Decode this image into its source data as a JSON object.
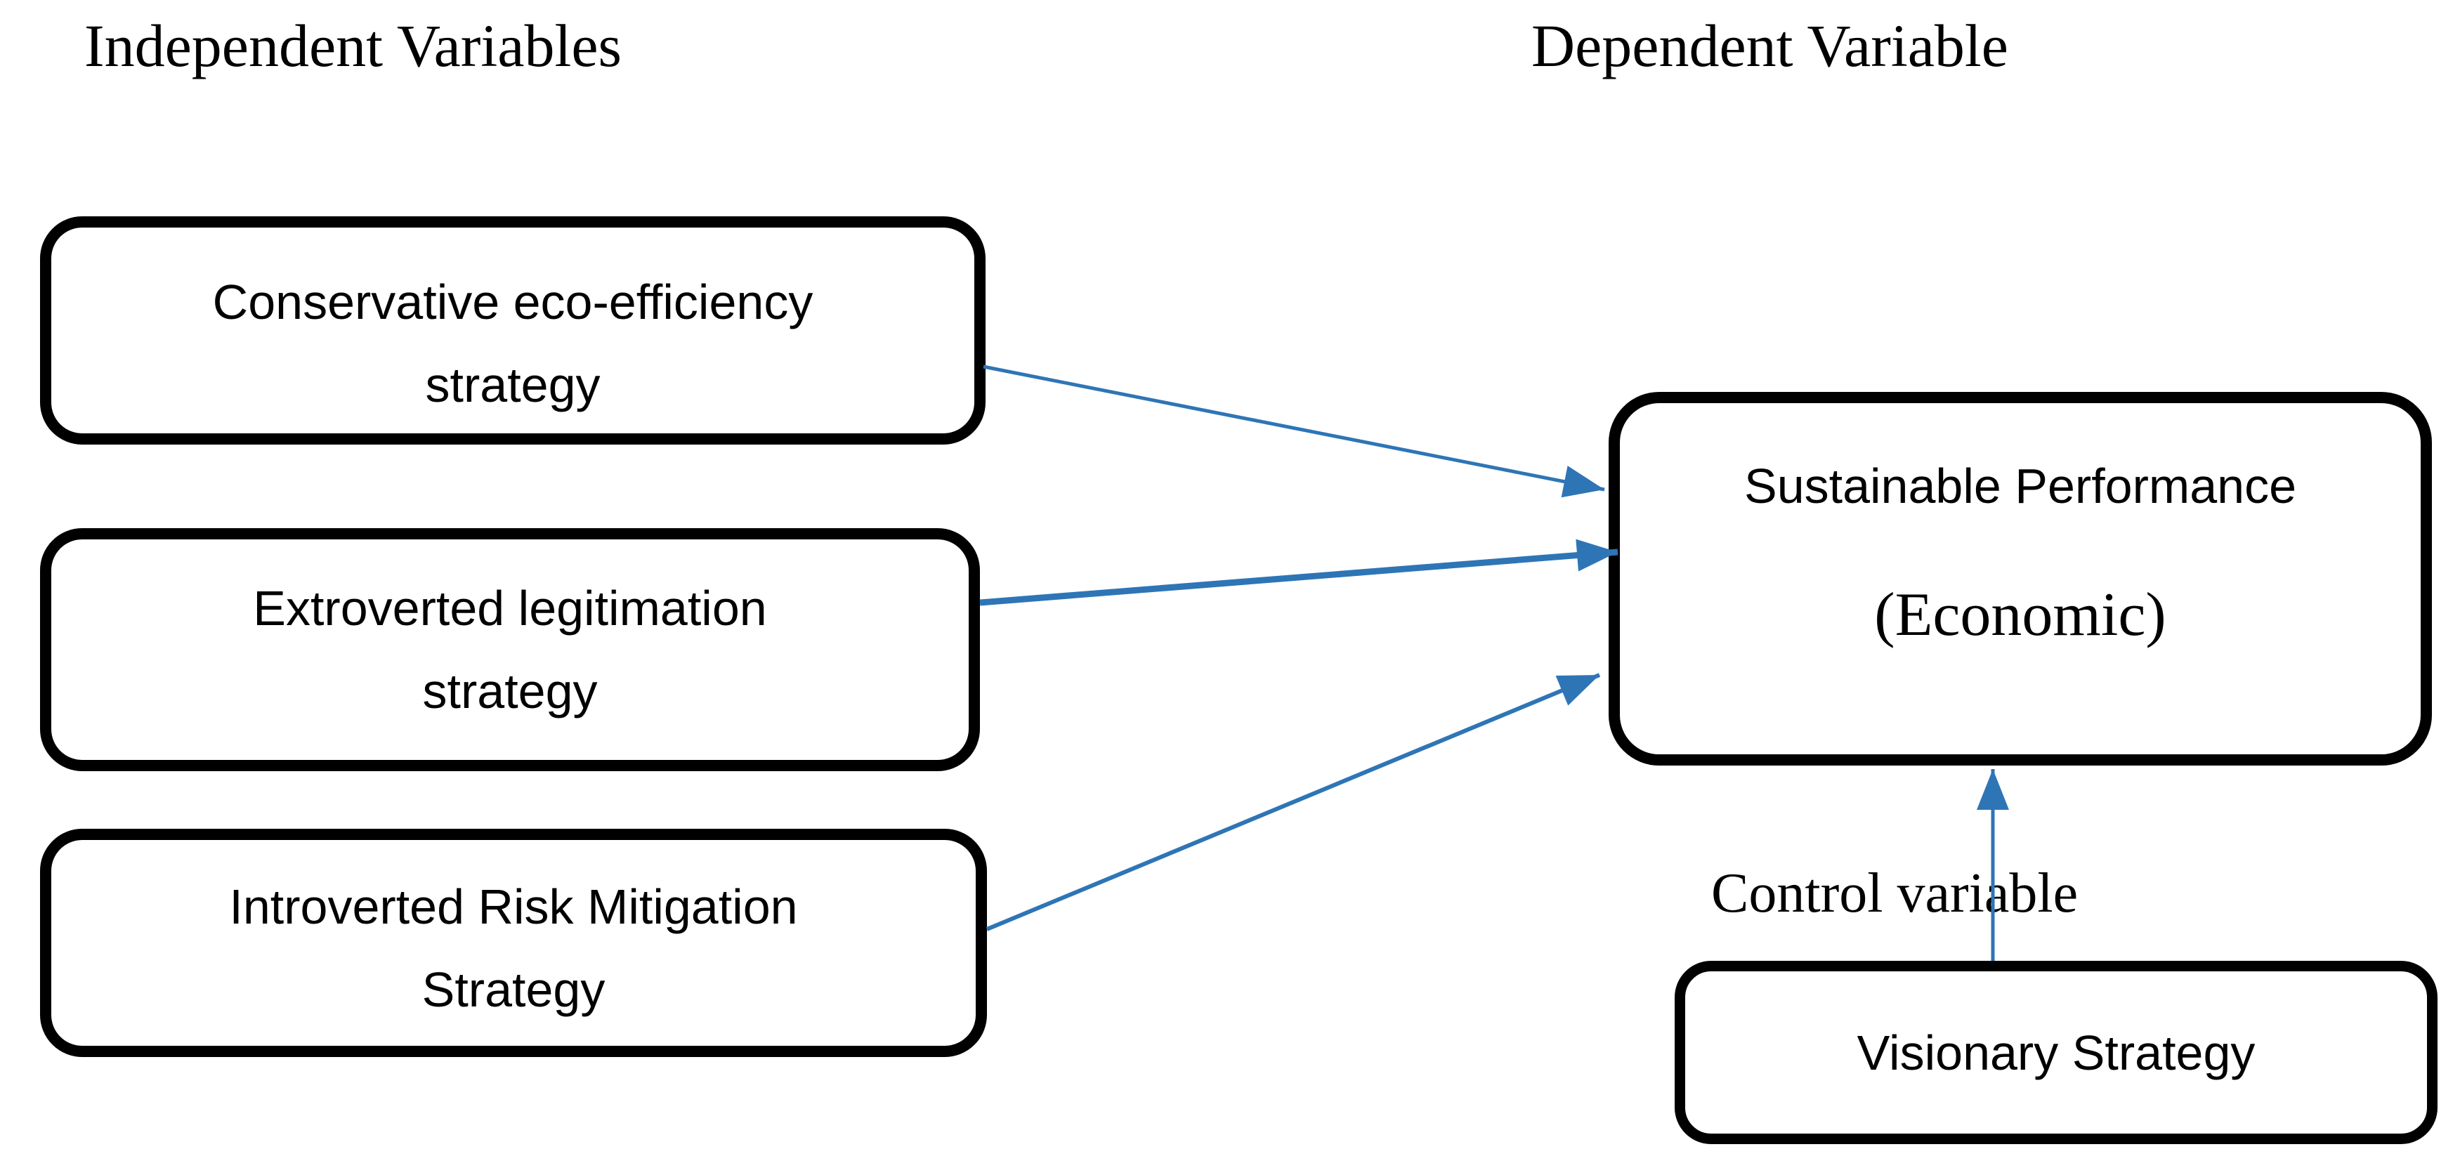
{
  "diagram": {
    "headings": {
      "independent": "Independent Variables",
      "dependent": "Dependent Variable",
      "control": "Control variable"
    },
    "independent_boxes": [
      {
        "line1": "Conservative eco-efficiency",
        "line2": "strategy"
      },
      {
        "line1": "Extroverted legitimation",
        "line2": "strategy"
      },
      {
        "line1": "Introverted Risk Mitigation",
        "line2": "Strategy"
      }
    ],
    "dependent_box": {
      "line1": "Sustainable Performance",
      "line2": "(Economic)"
    },
    "control_box": {
      "label": "Visionary Strategy"
    },
    "relationships": [
      {
        "from": "Conservative eco-efficiency strategy",
        "to": "Sustainable Performance (Economic)",
        "type": "arrow"
      },
      {
        "from": "Extroverted legitimation strategy",
        "to": "Sustainable Performance (Economic)",
        "type": "arrow"
      },
      {
        "from": "Introverted Risk Mitigation Strategy",
        "to": "Sustainable Performance (Economic)",
        "type": "arrow"
      },
      {
        "from": "Visionary Strategy",
        "to": "Sustainable Performance (Economic)",
        "type": "arrow"
      }
    ],
    "colors": {
      "arrow": "#2E75B6",
      "box_border": "#000000",
      "text": "#000000",
      "background": "#FFFFFF"
    }
  }
}
